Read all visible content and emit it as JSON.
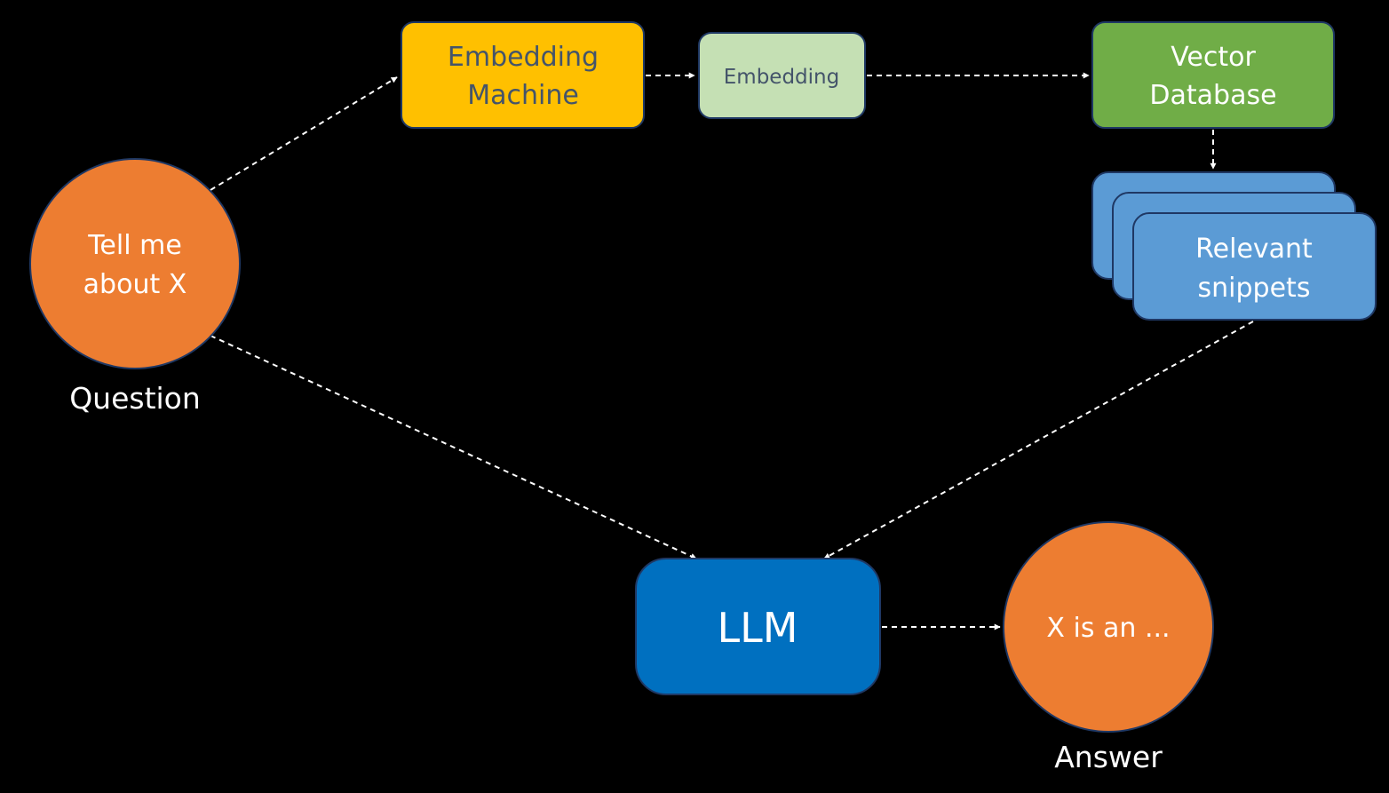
{
  "colors": {
    "background": "#000000",
    "orange": "#ED7D31",
    "amber": "#FFC000",
    "light_green": "#C5E0B4",
    "green": "#70AD47",
    "light_blue": "#5B9BD5",
    "blue": "#0070C0",
    "navy_border": "#1F3864",
    "dark_text": "#44546A",
    "white": "#FFFFFF"
  },
  "nodes": {
    "question": {
      "lines": [
        "Tell me",
        "about X"
      ],
      "caption": "Question"
    },
    "embedding_machine": {
      "lines": [
        "Embedding",
        "Machine"
      ]
    },
    "embedding": {
      "lines": [
        "Embedding"
      ]
    },
    "vector_database": {
      "lines": [
        "Vector",
        "Database"
      ]
    },
    "relevant_snippets": {
      "lines": [
        "Relevant",
        "snippets"
      ]
    },
    "llm": {
      "lines": [
        "LLM"
      ]
    },
    "answer": {
      "lines": [
        "X is an ..."
      ],
      "caption": "Answer"
    }
  },
  "edges": [
    {
      "from": "question",
      "to": "embedding_machine"
    },
    {
      "from": "embedding_machine",
      "to": "embedding"
    },
    {
      "from": "embedding",
      "to": "vector_database"
    },
    {
      "from": "vector_database",
      "to": "relevant_snippets"
    },
    {
      "from": "relevant_snippets",
      "to": "llm"
    },
    {
      "from": "question",
      "to": "llm"
    },
    {
      "from": "llm",
      "to": "answer"
    }
  ]
}
